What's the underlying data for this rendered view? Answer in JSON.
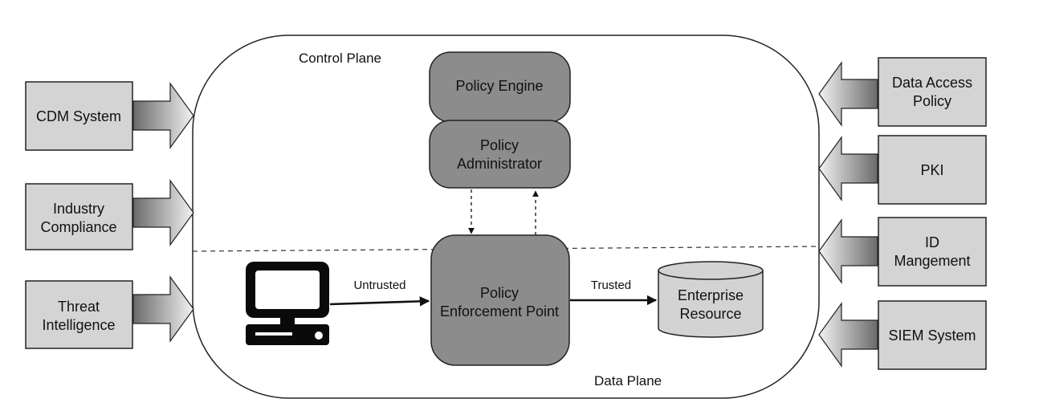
{
  "planes": {
    "control": "Control Plane",
    "data": "Data Plane"
  },
  "inputs_left": [
    {
      "lines": [
        "CDM System"
      ]
    },
    {
      "lines": [
        "Industry",
        "Compliance"
      ]
    },
    {
      "lines": [
        "Threat",
        "Intelligence"
      ]
    }
  ],
  "inputs_right": [
    {
      "lines": [
        "Data Access",
        "Policy"
      ]
    },
    {
      "lines": [
        "PKI"
      ]
    },
    {
      "lines": [
        "ID",
        "Mangement"
      ]
    },
    {
      "lines": [
        "SIEM System"
      ]
    }
  ],
  "components": {
    "policy_engine": [
      "Policy Engine"
    ],
    "policy_administrator": [
      "Policy",
      "Administrator"
    ],
    "pep": [
      "Policy",
      "Enforcement Point"
    ],
    "enterprise_resource": [
      "Enterprise",
      "Resource"
    ],
    "subject_icon": "computer-icon"
  },
  "flows": {
    "untrusted": "Untrusted",
    "trusted": "Trusted"
  },
  "colors": {
    "component_fill": "#8c8c8c",
    "box_fill": "#d4d4d4",
    "cylinder_fill": "#d3d3d3",
    "stroke": "#222222"
  }
}
